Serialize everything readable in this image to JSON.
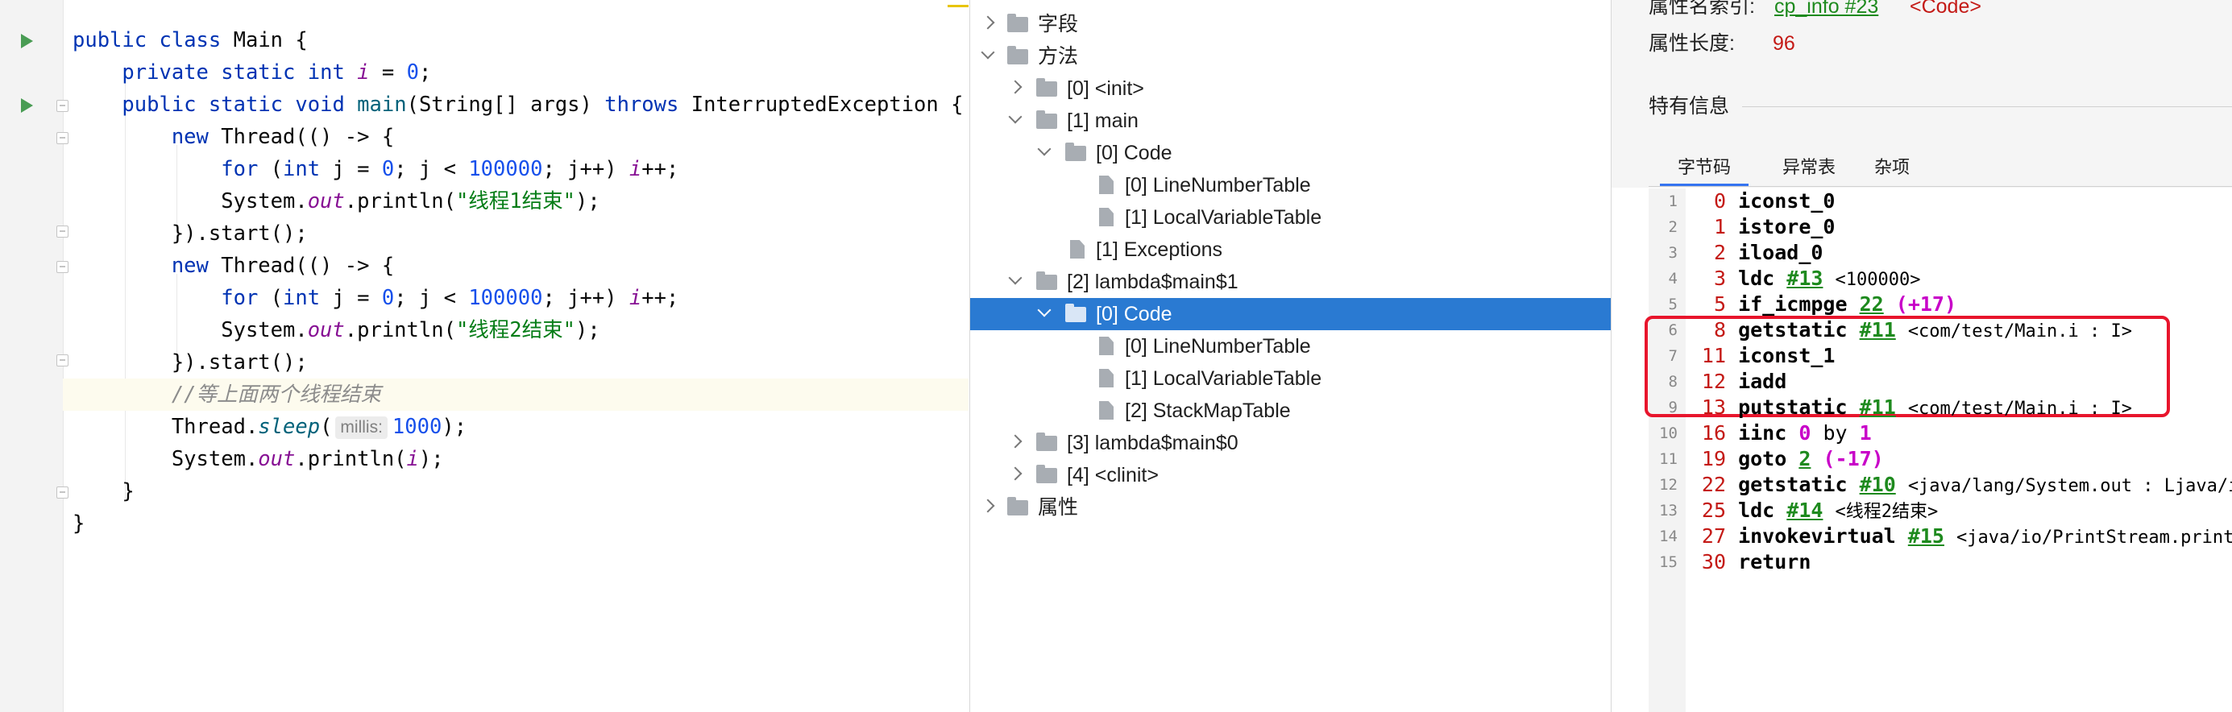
{
  "editor": {
    "line_numbers": [
      "",
      "",
      "",
      "",
      "",
      "",
      "",
      "",
      "",
      "",
      "",
      "",
      "",
      "",
      "",
      "",
      "",
      "",
      "",
      ""
    ],
    "code": {
      "l1_kw1": "public",
      "l1_kw2": "class",
      "l1_name": "Main {",
      "l2_kw1": "private",
      "l2_kw2": "static",
      "l2_kw3": "int",
      "l2_field": "i",
      "l2_eq": " = ",
      "l2_val": "0",
      "l2_end": ";",
      "l3_kw1": "public",
      "l3_kw2": "static",
      "l3_kw3": "void",
      "l3_fn": "main",
      "l3_args": "(String[] args) ",
      "l3_kw4": "throws",
      "l3_exc": " InterruptedException {",
      "l4_kw": "new",
      "l4_rest": " Thread(() -> {",
      "l5_kw1": "for",
      "l5_p1": " (",
      "l5_kw2": "int",
      "l5_p2": " j = ",
      "l5_n1": "0",
      "l5_p3": "; j < ",
      "l5_n2": "100000",
      "l5_p4": "; j++) ",
      "l5_field": "i",
      "l5_p5": "++;",
      "l6_p1": "System.",
      "l6_out": "out",
      "l6_p2": ".println(",
      "l6_str": "\"线程1结束\"",
      "l6_p3": ");",
      "l7": "}).start();",
      "l8_kw": "new",
      "l8_rest": " Thread(() -> {",
      "l9_kw1": "for",
      "l9_p1": " (",
      "l9_kw2": "int",
      "l9_p2": " j = ",
      "l9_n1": "0",
      "l9_p3": "; j < ",
      "l9_n2": "100000",
      "l9_p4": "; j++) ",
      "l9_field": "i",
      "l9_p5": "++;",
      "l10_p1": "System.",
      "l10_out": "out",
      "l10_p2": ".println(",
      "l10_str": "\"线程2结束\"",
      "l10_p3": ");",
      "l11": "}).start();",
      "l12_comment": "//等上面两个线程结束",
      "l13_p1": "Thread.",
      "l13_fn": "sleep",
      "l13_p2": "(",
      "l13_hint": "millis:",
      "l13_num": "1000",
      "l13_p3": ");",
      "l14_p1": "System.",
      "l14_out": "out",
      "l14_p2": ".println(",
      "l14_field": "i",
      "l14_p3": ");",
      "l15": "}",
      "l16": "}"
    }
  },
  "tree": {
    "items": [
      {
        "label": "字段"
      },
      {
        "label": "方法"
      },
      {
        "label": "[0] <init>"
      },
      {
        "label": "[1] main"
      },
      {
        "label": "[0] Code"
      },
      {
        "label": "[0] LineNumberTable"
      },
      {
        "label": "[1] LocalVariableTable"
      },
      {
        "label": "[1] Exceptions"
      },
      {
        "label": "[2] lambda$main$1"
      },
      {
        "label": "[0] Code"
      },
      {
        "label": "[0] LineNumberTable"
      },
      {
        "label": "[1] LocalVariableTable"
      },
      {
        "label": "[2] StackMapTable"
      },
      {
        "label": "[3] lambda$main$0"
      },
      {
        "label": "[4] <clinit>"
      },
      {
        "label": "属性"
      }
    ]
  },
  "info": {
    "attr_name_label": "属性名索引:",
    "attr_name_link": "cp_info #23",
    "attr_name_value": "<Code>",
    "attr_length_label": "属性长度:",
    "attr_length_value": "96",
    "section_title": "特有信息",
    "tabs": [
      "字节码",
      "异常表",
      "杂项"
    ]
  },
  "bytecode": [
    {
      "line": "1",
      "offset": "0",
      "op": "iconst_0"
    },
    {
      "line": "2",
      "offset": "1",
      "op": "istore_0"
    },
    {
      "line": "3",
      "offset": "2",
      "op": "iload_0"
    },
    {
      "line": "4",
      "offset": "3",
      "op": "ldc",
      "ref": "#13",
      "comment": "<100000>"
    },
    {
      "line": "5",
      "offset": "5",
      "op": "if_icmpge",
      "target": "22",
      "rel": "(+17)"
    },
    {
      "line": "6",
      "offset": "8",
      "op": "getstatic",
      "ref": "#11",
      "comment": "<com/test/Main.i : I>"
    },
    {
      "line": "7",
      "offset": "11",
      "op": "iconst_1"
    },
    {
      "line": "8",
      "offset": "12",
      "op": "iadd"
    },
    {
      "line": "9",
      "offset": "13",
      "op": "putstatic",
      "ref": "#11",
      "comment": "<com/test/Main.i : I>"
    },
    {
      "line": "10",
      "offset": "16",
      "op": "iinc",
      "a": "0",
      "by": "by",
      "b": "1"
    },
    {
      "line": "11",
      "offset": "19",
      "op": "goto",
      "target": "2",
      "rel": "(-17)"
    },
    {
      "line": "12",
      "offset": "22",
      "op": "getstatic",
      "ref": "#10",
      "comment": "<java/lang/System.out : Ljava/io/PrintStream;>"
    },
    {
      "line": "13",
      "offset": "25",
      "op": "ldc",
      "ref": "#14",
      "comment": "<线程2结束>"
    },
    {
      "line": "14",
      "offset": "27",
      "op": "invokevirtual",
      "ref": "#15",
      "comment": "<java/io/PrintStream.println : (Ljava/lang/String;)V>"
    },
    {
      "line": "15",
      "offset": "30",
      "op": "return"
    }
  ],
  "colors": {
    "selection": "#2a7ad2",
    "highlight_box": "#e8152c",
    "keyword": "#0033b3",
    "string": "#067d17",
    "number": "#1750eb",
    "offset": "#c41a16",
    "reference": "#1e8a1e",
    "relative": "#c800c8"
  }
}
